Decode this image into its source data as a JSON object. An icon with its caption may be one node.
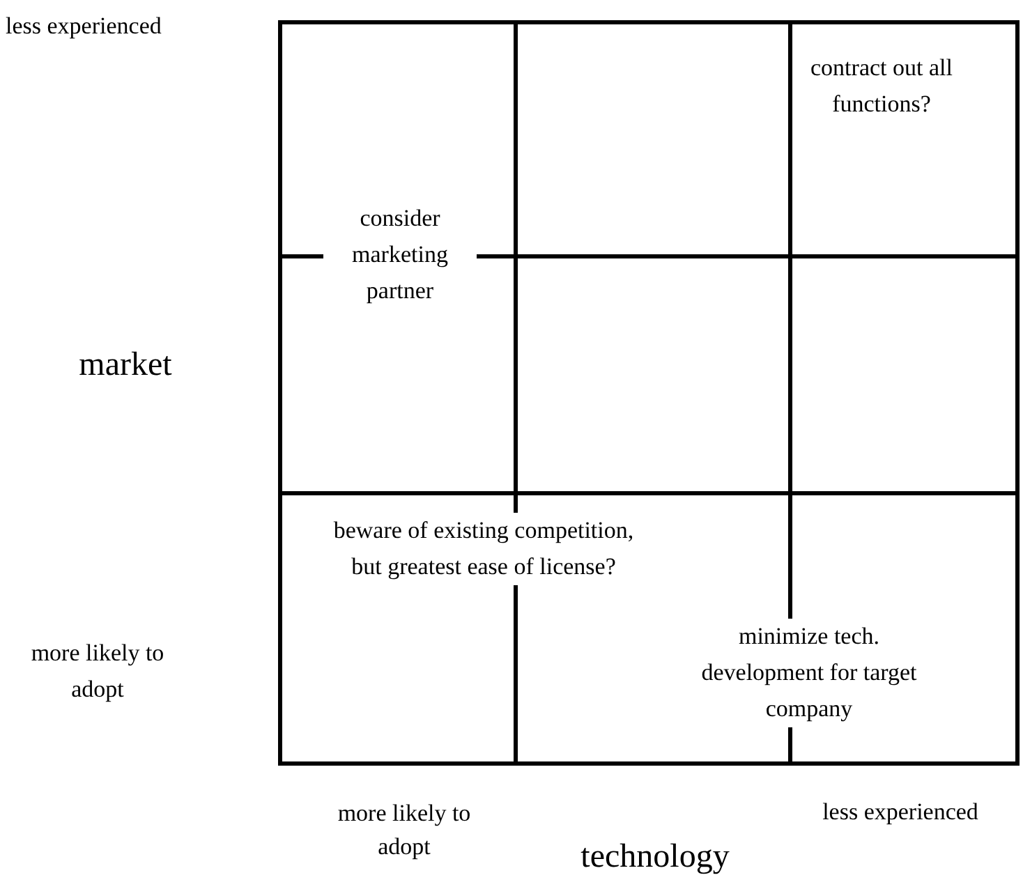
{
  "diagram": {
    "labels": [
      "less experienced",
      "contract out all functions?",
      "consider marketing partner",
      "market",
      "beware of existing competition, but greatest ease of license?",
      "minimize tech. development for target company",
      "more likely to adopt",
      "more likely to adopt",
      "less experienced",
      "technology"
    ]
  }
}
